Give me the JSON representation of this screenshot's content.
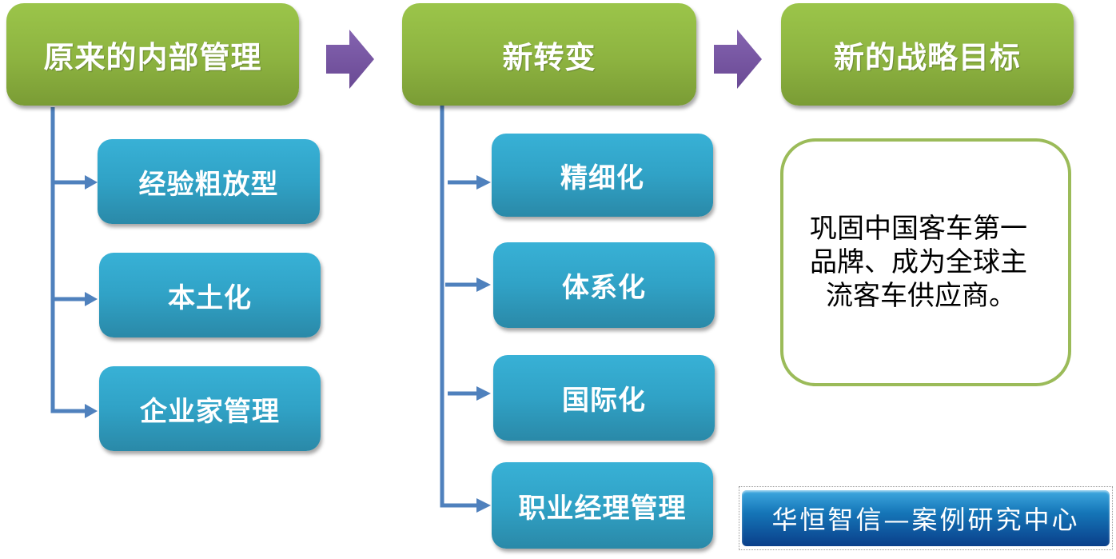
{
  "flow": {
    "columns": [
      {
        "title": "原来的内部管理",
        "items": [
          "经验粗放型",
          "本土化",
          "企业家管理"
        ]
      },
      {
        "title": "新转变",
        "items": [
          "精细化",
          "体系化",
          "国际化",
          "职业经理管理"
        ]
      },
      {
        "title": "新的战略目标",
        "goal_lines": [
          "巩固中国客车第一",
          "品牌、成为全球主",
          "流客车供应商。"
        ]
      }
    ]
  },
  "branding": {
    "label": "华恒智信—案例研究中心"
  },
  "colors": {
    "header_green": "#9bc54a",
    "item_blue": "#35abd0",
    "connector_blue": "#4f81bd",
    "arrow_purple": "#7a55a0",
    "goal_border": "#9bbb59",
    "brand_blue": "#1576b8"
  }
}
